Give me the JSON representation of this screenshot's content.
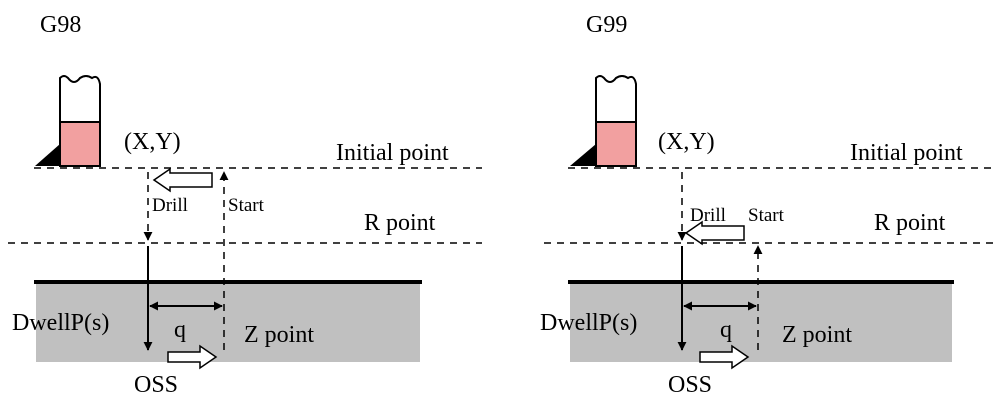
{
  "panels": [
    {
      "id": "g98",
      "title": "G98",
      "coord_label": "(X,Y)",
      "initial_label": "Initial point",
      "r_label": "R point",
      "drill_label": "Drill",
      "start_label": "Start",
      "dwell_label": "DwellP(s)",
      "q_label": "q",
      "z_label": "Z point",
      "oss_label": "OSS"
    },
    {
      "id": "g99",
      "title": "G99",
      "coord_label": "(X,Y)",
      "initial_label": "Initial point",
      "r_label": "R point",
      "drill_label": "Drill",
      "start_label": "Start",
      "dwell_label": "DwellP(s)",
      "q_label": "q",
      "z_label": "Z point",
      "oss_label": "OSS"
    }
  ],
  "colors": {
    "tool_body": "#ffffff",
    "tool_coolant": "#f2a0a0",
    "workpiece": "#c0c0c0",
    "line": "#000000"
  }
}
